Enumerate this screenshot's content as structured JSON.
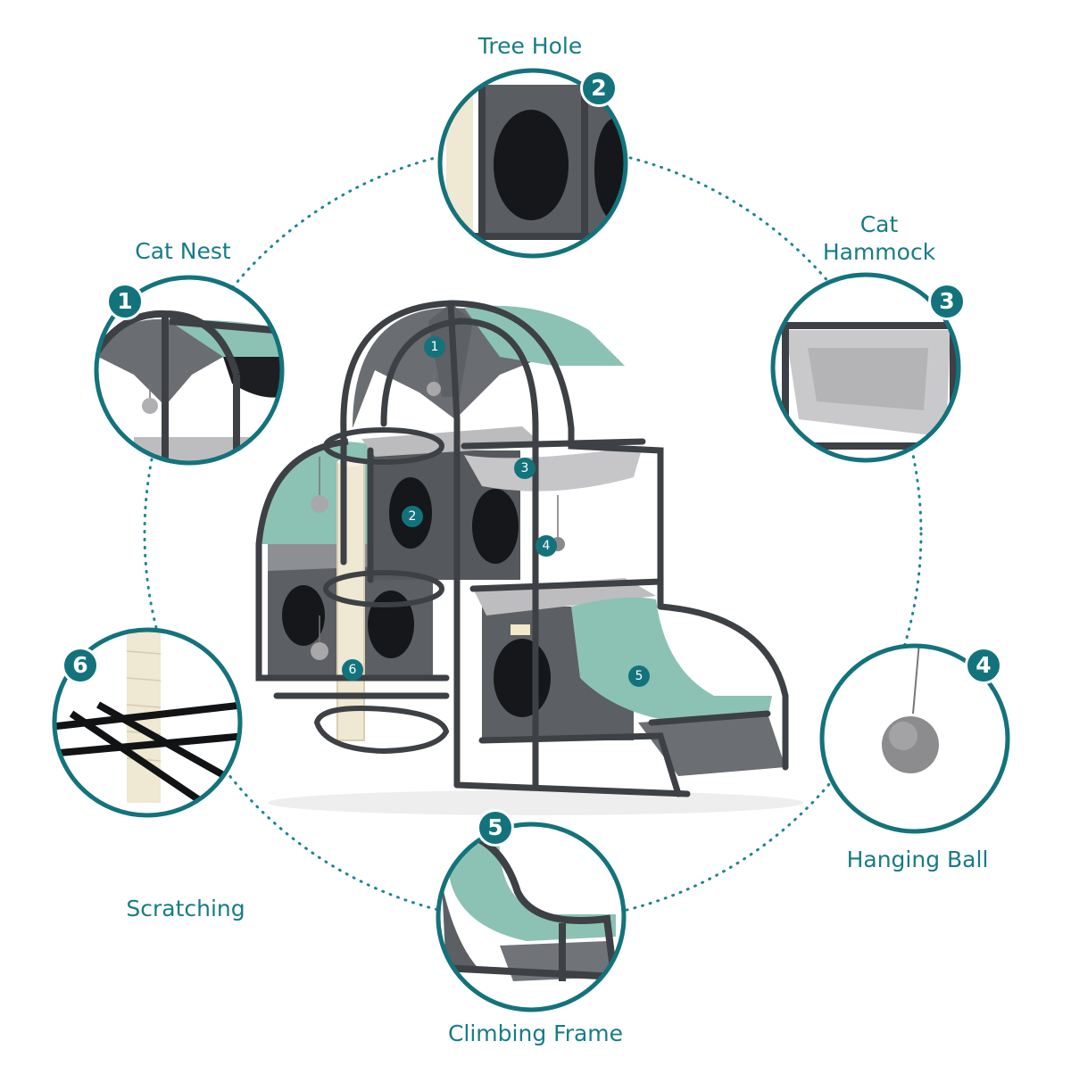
{
  "features": [
    {
      "number": "1",
      "label": "Cat Nest",
      "icon": "cat-nest-detail"
    },
    {
      "number": "2",
      "label": "Tree Hole",
      "icon": "tree-hole-detail"
    },
    {
      "number": "3",
      "label_line1": "Cat",
      "label_line2": "Hammock",
      "icon": "cat-hammock-detail"
    },
    {
      "number": "4",
      "label": "Hanging Ball",
      "icon": "hanging-ball-detail"
    },
    {
      "number": "5",
      "label": "Climbing Frame",
      "icon": "climbing-frame-detail"
    },
    {
      "number": "6",
      "label": "Scratching",
      "icon": "scratching-post-detail"
    }
  ],
  "colors": {
    "accent": "#13737c",
    "label_text": "#177c86",
    "frame": "#3d4044",
    "mint_fabric": "#8cc2b3",
    "grey_fabric": "#5c5f63",
    "plush": "#c9c9c9",
    "sisal": "#efe8d2"
  }
}
